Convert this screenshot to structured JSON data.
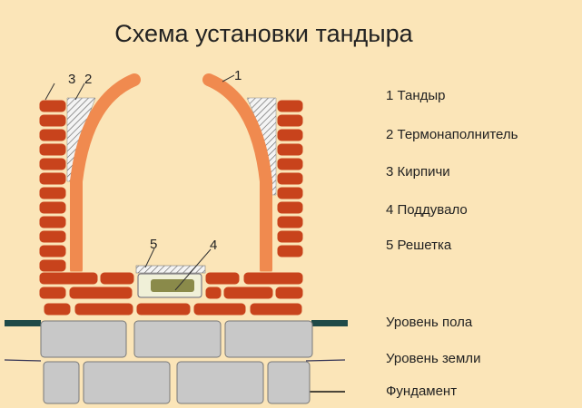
{
  "title": "Схема установки тандыра",
  "legend": [
    {
      "num": "1",
      "label": "1 Тандыр"
    },
    {
      "num": "2",
      "label": "2 Термонаполнитель"
    },
    {
      "num": "3",
      "label": "3 Кирпичи"
    },
    {
      "num": "4",
      "label": "4 Поддувало"
    },
    {
      "num": "5",
      "label": "5 Решетка"
    }
  ],
  "levels": {
    "floor": "Уровень пола",
    "ground": "Уровень земли",
    "foundation": "Фундамент"
  },
  "colors": {
    "background": "#fbe5b8",
    "brick": "#c8431c",
    "tandoor": "#f08a4f",
    "stone": "#c8c8c8",
    "floor_line": "#1f4a48"
  }
}
